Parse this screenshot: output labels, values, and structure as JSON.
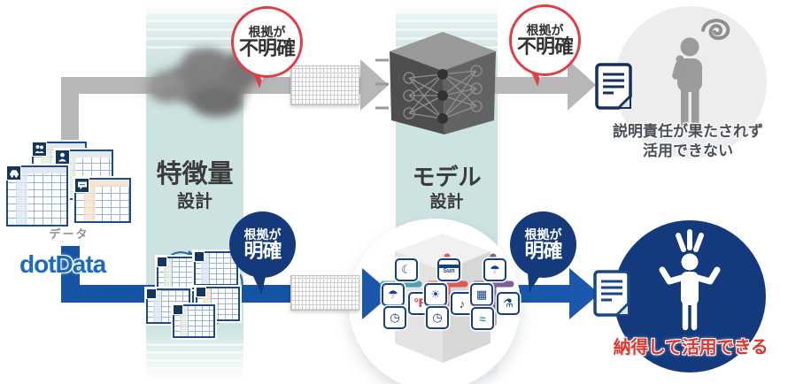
{
  "bands": {
    "feature": {
      "title": "特徴量",
      "subtitle": "設計"
    },
    "model": {
      "title": "モデル",
      "subtitle": "設計"
    }
  },
  "source": {
    "data_label": "データ",
    "logo": "dotData"
  },
  "bubbles": {
    "feature_unclear": {
      "line1": "根拠が",
      "line2": "不明確"
    },
    "model_unclear": {
      "line1": "根拠が",
      "line2": "不明確"
    },
    "feature_clear": {
      "line1": "根拠が",
      "line2": "明確"
    },
    "model_clear": {
      "line1": "根拠が",
      "line2": "明確"
    }
  },
  "outcomes": {
    "negative": {
      "line1": "説明責任が果たされず",
      "line2": "活用できない"
    },
    "positive": {
      "text": "納得して活用できる"
    }
  },
  "model_icons": {
    "calendar_label": "Sun",
    "glyphs": {
      "moon": "☾",
      "rain": "☂",
      "clock": "◷",
      "thermometer": "℉",
      "sun": "☀",
      "music": "♪",
      "chart": "▦",
      "wave": "≈",
      "flask": "⚗"
    }
  },
  "colors": {
    "accent_blue": "#1553a5",
    "navy_circle": "#133a7d",
    "bubble_red": "#e23d44",
    "band_teal": "#cde3e1",
    "pipe_gray": "#b7b7b7",
    "logo_blue": "#1a6bbf",
    "negative_text": "#4a5058",
    "positive_text": "#e2352e"
  }
}
